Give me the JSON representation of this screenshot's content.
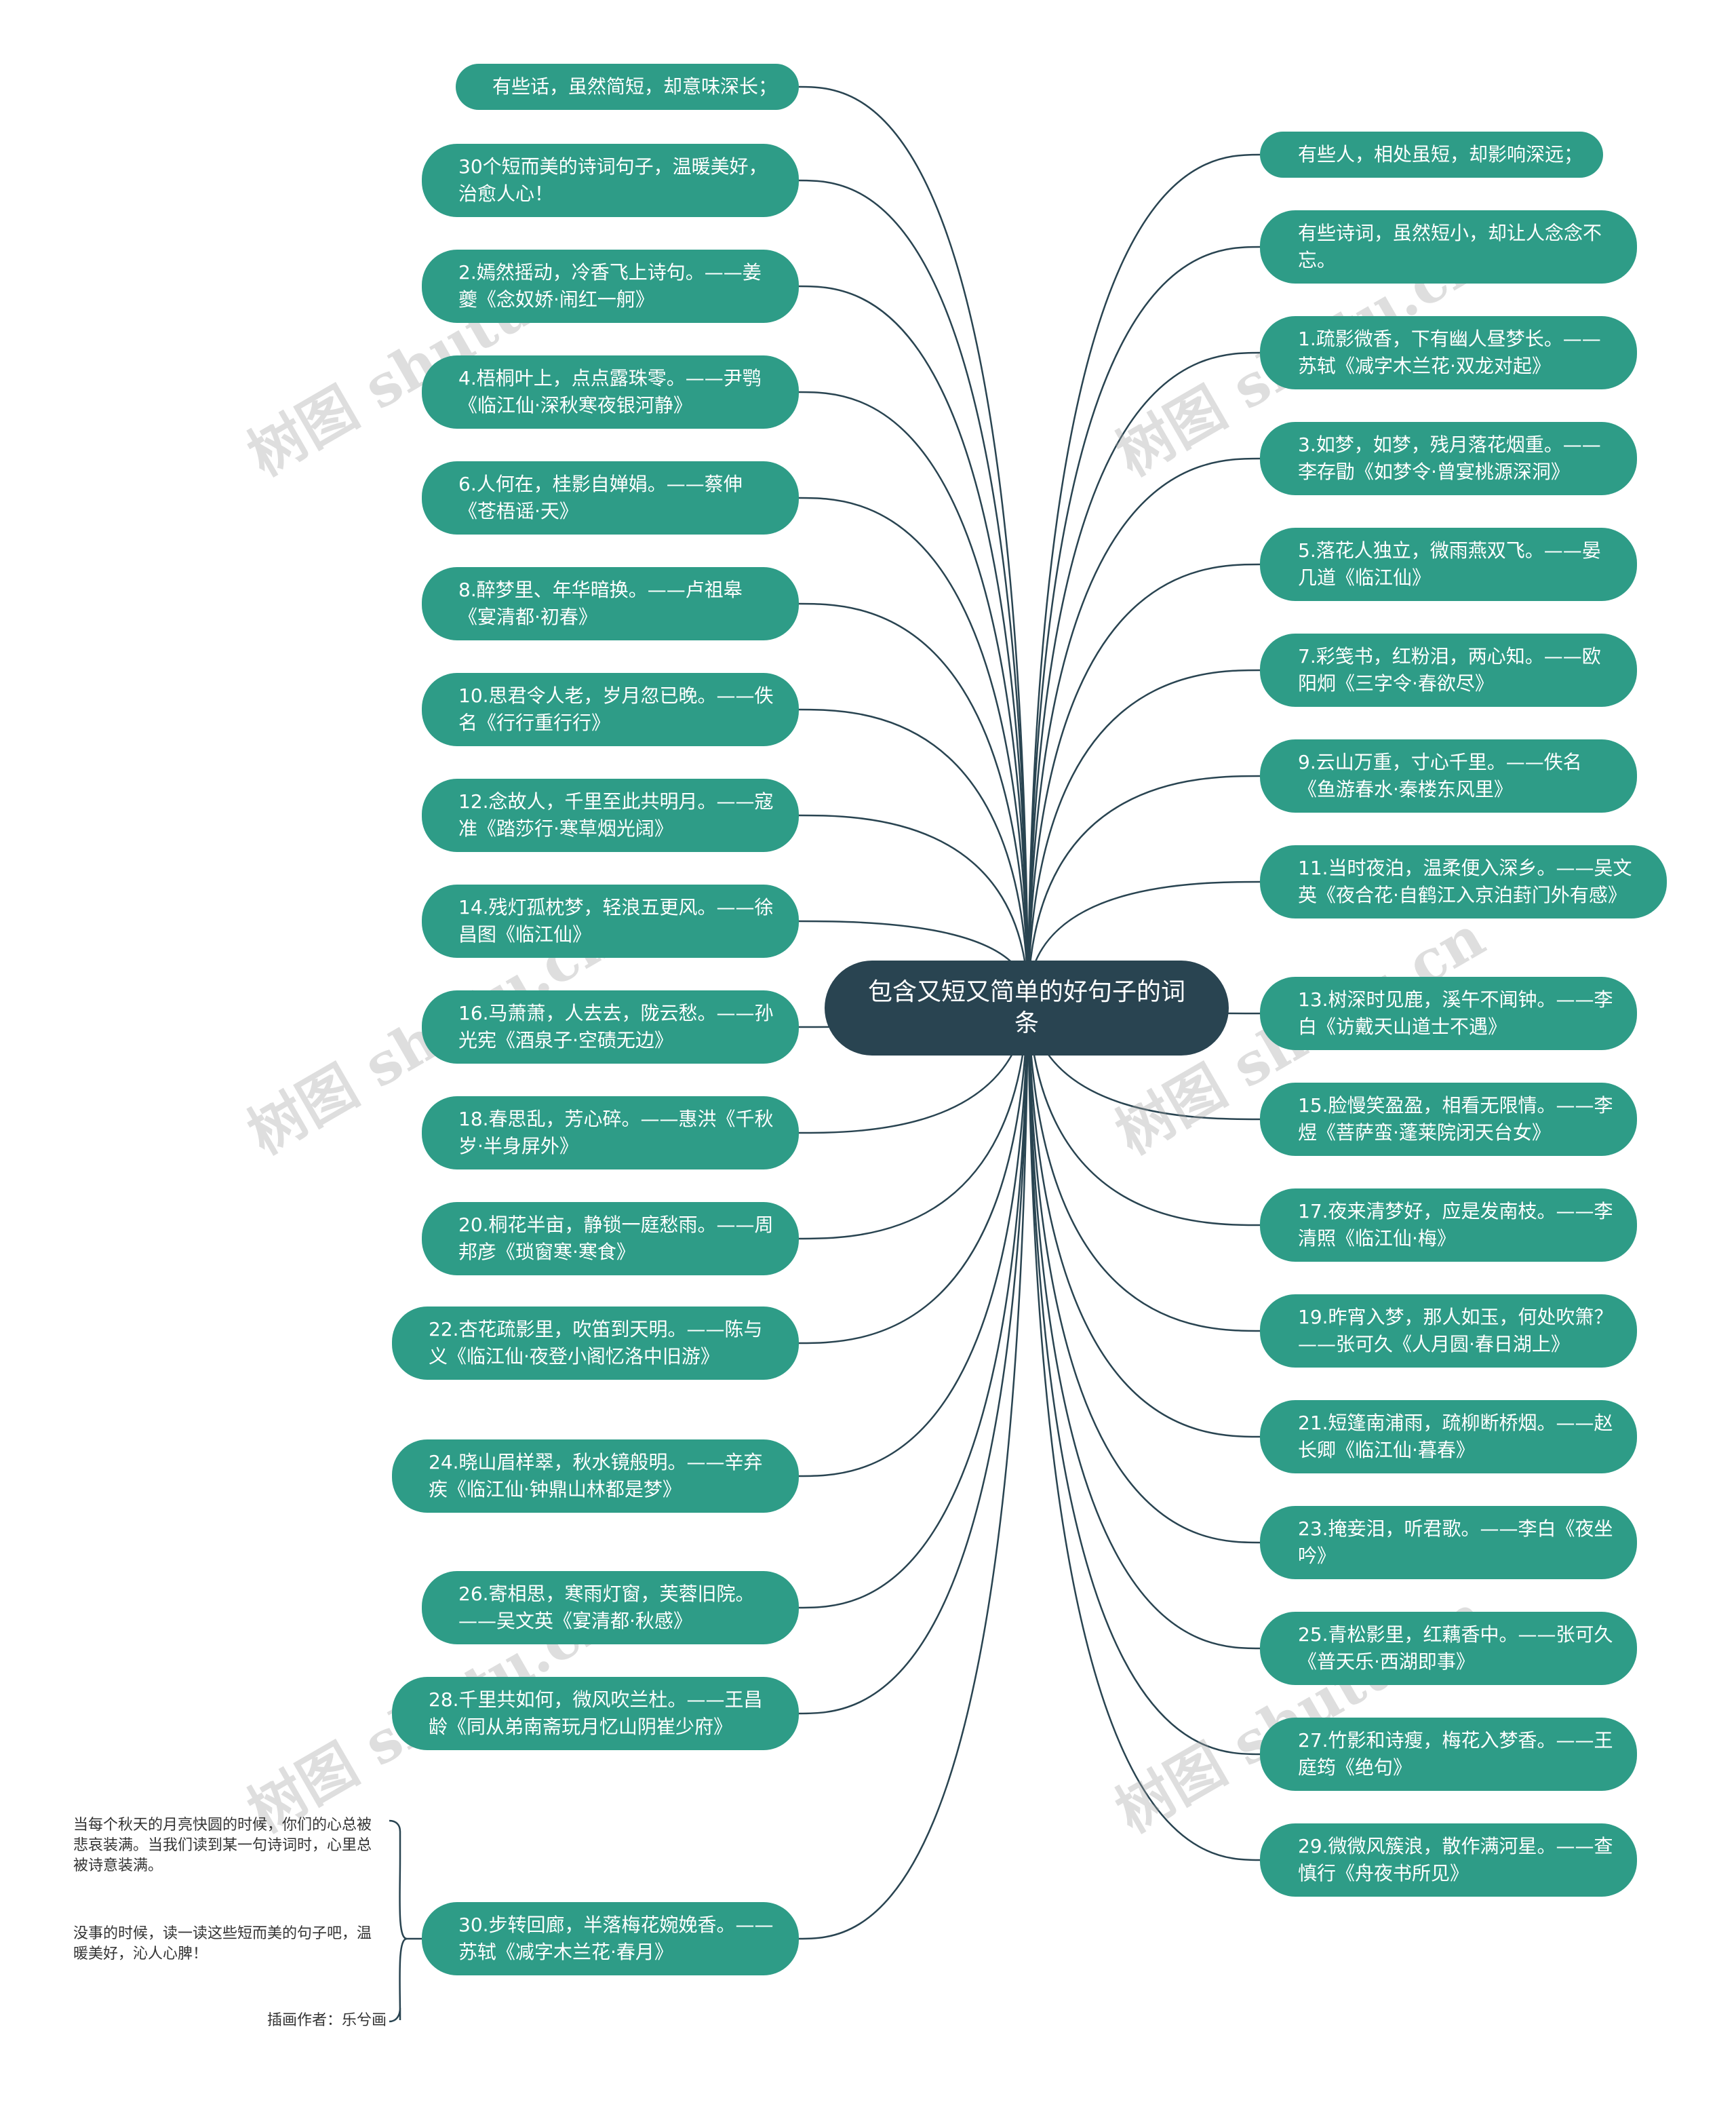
{
  "root": {
    "label": "包含又短又简单的好句子的词条"
  },
  "left_nodes": [
    {
      "text": "有些话，虽然简短，却意味深长；"
    },
    {
      "text": "30个短而美的诗词句子，温暖美好，治愈人心！"
    },
    {
      "text": "2.嫣然摇动，冷香飞上诗句。——姜夔《念奴娇·闹红一舸》"
    },
    {
      "text": "4.梧桐叶上，点点露珠零。——尹鹗《临江仙·深秋寒夜银河静》"
    },
    {
      "text": "6.人何在，桂影自婵娟。——蔡伸《苍梧谣·天》"
    },
    {
      "text": "8.醉梦里、年华暗换。——卢祖皋《宴清都·初春》"
    },
    {
      "text": "10.思君令人老，岁月忽已晚。——佚名《行行重行行》"
    },
    {
      "text": "12.念故人，千里至此共明月。——寇准《踏莎行·寒草烟光阔》"
    },
    {
      "text": "14.残灯孤枕梦，轻浪五更风。——徐昌图《临江仙》"
    },
    {
      "text": "16.马萧萧，人去去，陇云愁。——孙光宪《酒泉子·空碛无边》"
    },
    {
      "text": "18.春思乱，芳心碎。——惠洪《千秋岁·半身屏外》"
    },
    {
      "text": "20.桐花半亩，静锁一庭愁雨。——周邦彦《琐窗寒·寒食》"
    },
    {
      "text": "22.杏花疏影里，吹笛到天明。——陈与义《临江仙·夜登小阁忆洛中旧游》"
    },
    {
      "text": "24.晓山眉样翠，秋水镜般明。——辛弃疾《临江仙·钟鼎山林都是梦》"
    },
    {
      "text": "26.寄相思，寒雨灯窗，芙蓉旧院。——吴文英《宴清都·秋感》"
    },
    {
      "text": "28.千里共如何，微风吹兰杜。——王昌龄《同从弟南斋玩月忆山阴崔少府》"
    },
    {
      "text": "30.步转回廊，半落梅花婉娩香。——苏轼《减字木兰花·春月》"
    }
  ],
  "right_nodes": [
    {
      "text": "有些人，相处虽短，却影响深远；"
    },
    {
      "text": "有些诗词，虽然短小，却让人念念不忘。"
    },
    {
      "text": "1.疏影微香，下有幽人昼梦长。——苏轼《减字木兰花·双龙对起》"
    },
    {
      "text": "3.如梦，如梦，残月落花烟重。——李存勖《如梦令·曾宴桃源深洞》"
    },
    {
      "text": "5.落花人独立，微雨燕双飞。——晏几道《临江仙》"
    },
    {
      "text": "7.彩笺书，红粉泪，两心知。——欧阳炯《三字令·春欲尽》"
    },
    {
      "text": "9.云山万重，寸心千里。——佚名《鱼游春水·秦楼东风里》"
    },
    {
      "text": "11.当时夜泊，温柔便入深乡。——吴文英《夜合花·自鹤江入京泊葑门外有感》"
    },
    {
      "text": "13.树深时见鹿，溪午不闻钟。——李白《访戴天山道士不遇》"
    },
    {
      "text": "15.脸慢笑盈盈，相看无限情。——李煜《菩萨蛮·蓬莱院闭天台女》"
    },
    {
      "text": "17.夜来清梦好，应是发南枝。——李清照《临江仙·梅》"
    },
    {
      "text": "19.昨宵入梦，那人如玉，何处吹箫？——张可久《人月圆·春日湖上》"
    },
    {
      "text": "21.短篷南浦雨，疏柳断桥烟。——赵长卿《临江仙·暮春》"
    },
    {
      "text": "23.掩妾泪，听君歌。——李白《夜坐吟》"
    },
    {
      "text": "25.青松影里，红藕香中。——张可久《普天乐·西湖即事》"
    },
    {
      "text": "27.竹影和诗瘦，梅花入梦香。——王庭筠《绝句》"
    },
    {
      "text": "29.微微风簇浪，散作满河星。——查慎行《舟夜书所见》"
    }
  ],
  "notes": [
    {
      "text": "当每个秋天的月亮快圆的时候，你们的心总被悲哀装满。当我们读到某一句诗词时，心里总被诗意装满。"
    },
    {
      "text": "没事的时候，读一读这些短而美的句子吧，温暖美好，沁人心脾！"
    },
    {
      "text": "插画作者：乐兮画"
    }
  ],
  "watermark": {
    "text": "树图 shutu.cn"
  },
  "colors": {
    "node_fill": "#2e9c87",
    "root_fill": "#294451",
    "connector": "#294451",
    "background": "#ffffff"
  }
}
